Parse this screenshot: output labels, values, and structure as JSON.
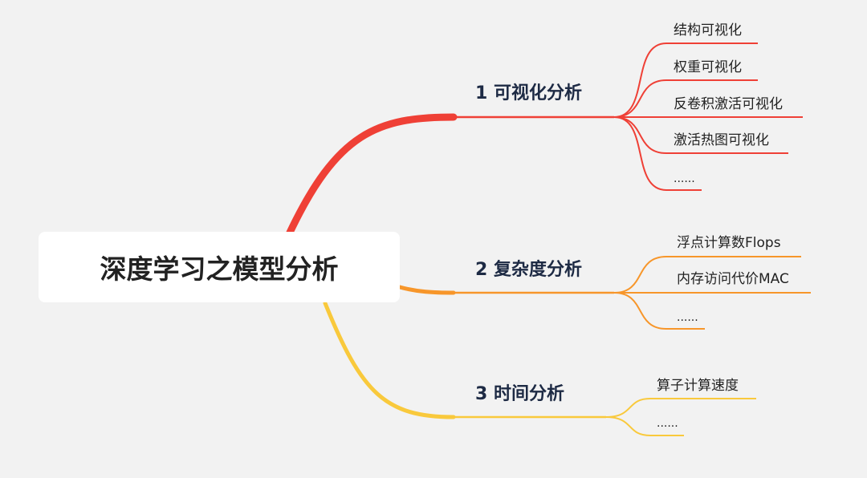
{
  "root": {
    "title": "深度学习之模型分析"
  },
  "colors": {
    "background": "#f2f2f2",
    "branch_red": "#ef4036",
    "branch_orange": "#f7962a",
    "branch_yellow": "#f9c93c",
    "topic_text": "#1d2a44",
    "leaf_text": "#222222"
  },
  "branches": [
    {
      "label": "1 可视化分析",
      "color": "#ef4036",
      "children": [
        "结构可视化",
        "权重可视化",
        "反卷积激活可视化",
        "激活热图可视化",
        "......"
      ]
    },
    {
      "label": "2 复杂度分析",
      "color": "#f7962a",
      "children": [
        "浮点计算数Flops",
        "内存访问代价MAC",
        "......"
      ]
    },
    {
      "label": "3 时间分析",
      "color": "#f9c93c",
      "children": [
        "算子计算速度",
        "......"
      ]
    }
  ]
}
